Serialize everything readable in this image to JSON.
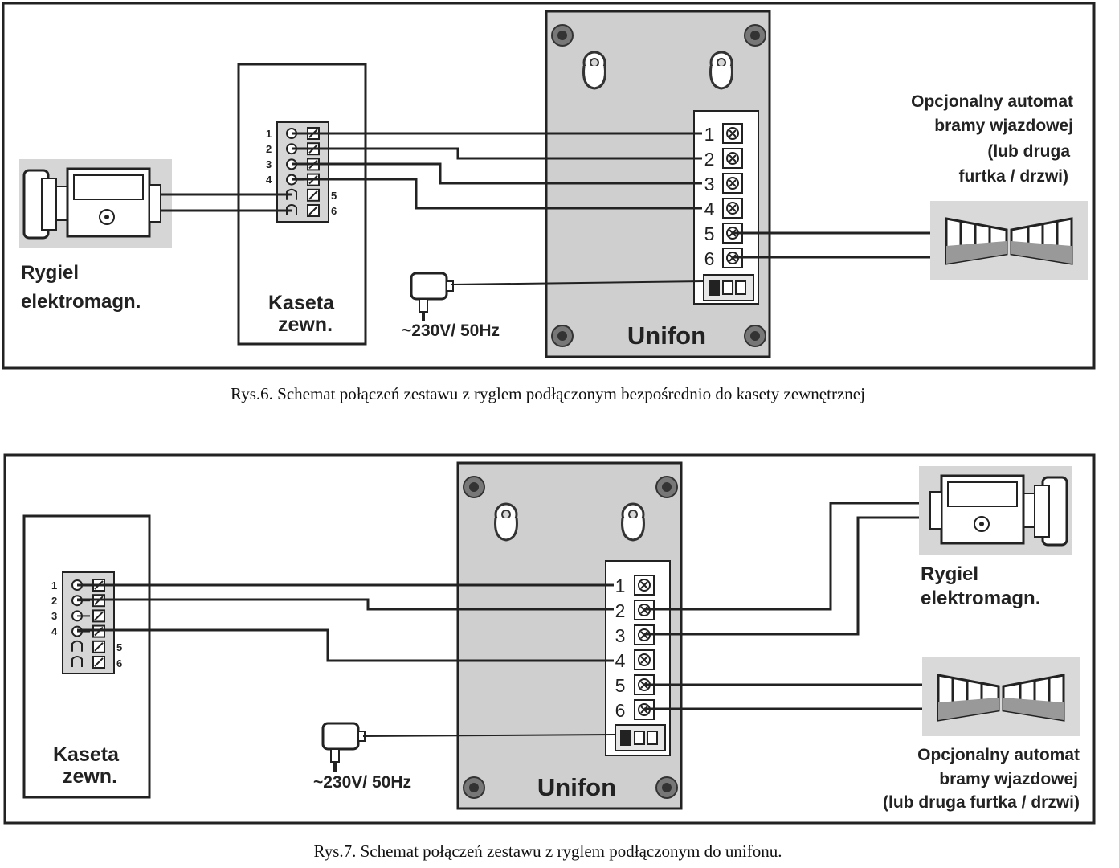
{
  "figures": [
    {
      "lock_label": [
        "Rygiel",
        "elektromagn."
      ],
      "station_label": [
        "Kaseta",
        "zewn."
      ],
      "station_pins": [
        "1",
        "2",
        "3",
        "4",
        "5",
        "6"
      ],
      "power_label": "~230V/ 50Hz",
      "unit_label": "Unifon",
      "unit_terminals": [
        "1",
        "2",
        "3",
        "4",
        "5",
        "6"
      ],
      "gate_label": [
        "Opcjonalny automat",
        "bramy wjazdowej",
        "(lub druga",
        "furtka / drzwi)"
      ],
      "caption": "Rys.6. Schemat połączeń zestawu z ryglem podłączonym bezpośrednio do kasety zewnętrznej"
    },
    {
      "station_label": [
        "Kaseta",
        "zewn."
      ],
      "station_pins": [
        "1",
        "2",
        "3",
        "4",
        "5",
        "6"
      ],
      "power_label": "~230V/ 50Hz",
      "unit_label": "Unifon",
      "unit_terminals": [
        "1",
        "2",
        "3",
        "4",
        "5",
        "6"
      ],
      "lock_label": [
        "Rygiel",
        "elektromagn."
      ],
      "gate_label": [
        "Opcjonalny automat",
        "bramy wjazdowej",
        "(lub druga furtka / drzwi)"
      ],
      "caption": "Rys.7. Schemat połączeń zestawu z ryglem podłączonym do unifonu."
    }
  ],
  "colors": {
    "ink": "#222222",
    "panel": "#d6d6d6",
    "unit_body": "#cfcfcf"
  }
}
